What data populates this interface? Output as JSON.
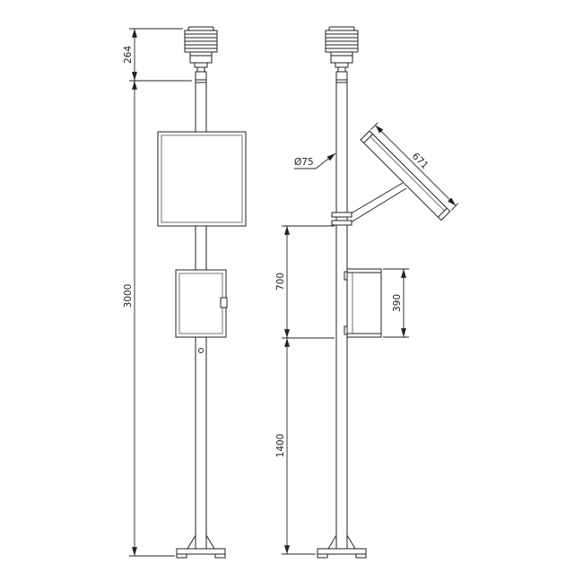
{
  "page": {
    "background": "#ffffff",
    "stroke_color": "#222222"
  },
  "diagram": {
    "type": "technical-drawing",
    "dimensions": {
      "sensor_height": "264",
      "total_height": "3000",
      "pole_diameter": "Ø75",
      "solar_panel_length": "671",
      "upper_span": "700",
      "enclosure_height": "390",
      "lower_span": "1400"
    }
  }
}
